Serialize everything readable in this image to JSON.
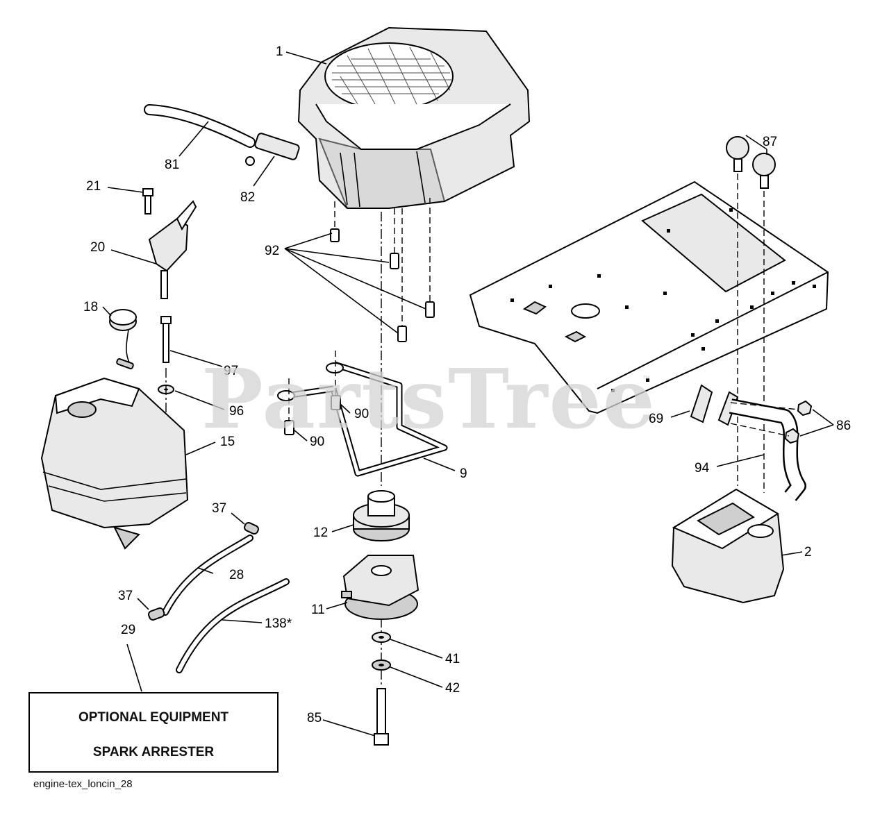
{
  "watermark": {
    "brand": "PartsTree",
    "trademark": "™"
  },
  "callouts": {
    "c1": "1",
    "c2": "2",
    "c9": "9",
    "c11": "11",
    "c12": "12",
    "c15": "15",
    "c18": "18",
    "c20": "20",
    "c21": "21",
    "c28": "28",
    "c29": "29",
    "c37a": "37",
    "c37b": "37",
    "c41": "41",
    "c42": "42",
    "c69": "69",
    "c81": "81",
    "c82": "82",
    "c85": "85",
    "c86": "86",
    "c87": "87",
    "c90a": "90",
    "c90b": "90",
    "c92": "92",
    "c94": "94",
    "c96": "96",
    "c97": "97",
    "c138": "138*"
  },
  "optional_box": {
    "line1": "OPTIONAL EQUIPMENT",
    "line2": "SPARK ARRESTER"
  },
  "caption": "engine-tex_loncin_28"
}
